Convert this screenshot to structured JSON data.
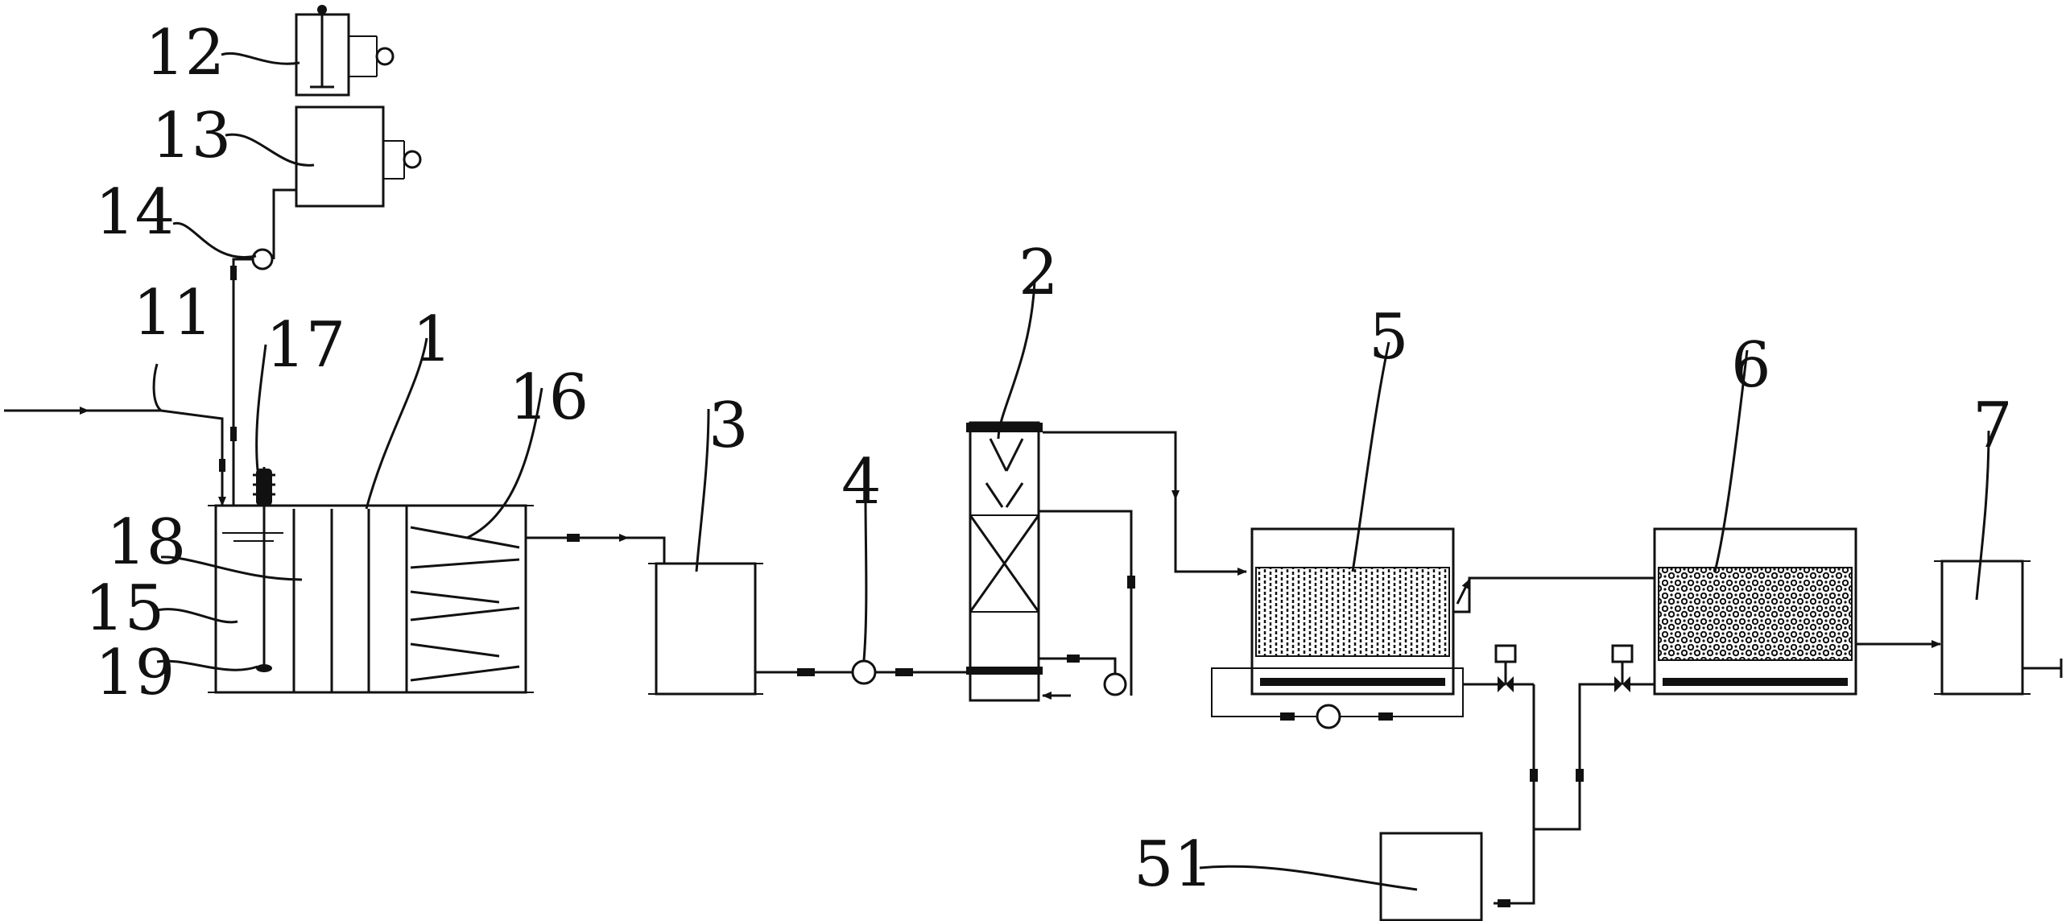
{
  "labels": {
    "l1": "1",
    "l2": "2",
    "l3": "3",
    "l4": "4",
    "l5": "5",
    "l6": "6",
    "l7": "7",
    "l11": "11",
    "l12": "12",
    "l13": "13",
    "l14": "14",
    "l15": "15",
    "l16": "16",
    "l17": "17",
    "l18": "18",
    "l19": "19",
    "l51": "51"
  },
  "colors": {
    "ink": "#111111",
    "paper": "#ffffff"
  }
}
